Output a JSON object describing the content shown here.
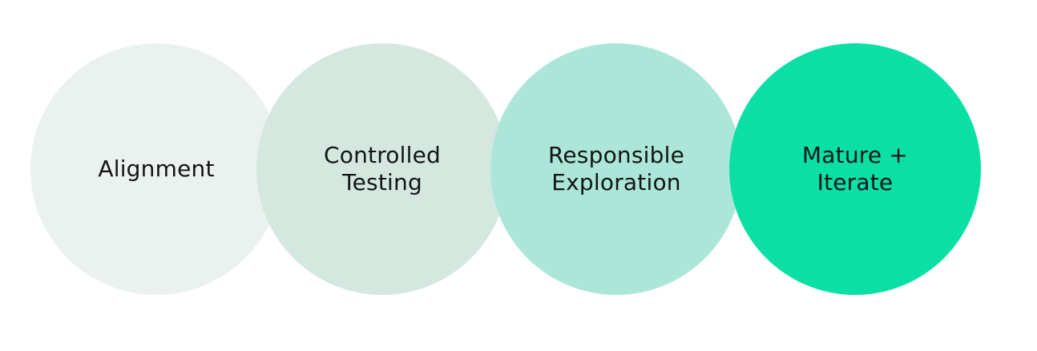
{
  "diagram": {
    "type": "overlapping-circle-progression",
    "background": "#ffffff",
    "text_color": "#131517",
    "steps": [
      {
        "label": "Alignment",
        "lines": [
          "Alignment",
          ""
        ],
        "fill": "#EAF1EE"
      },
      {
        "label": "Controlled Testing",
        "lines": [
          "Controlled",
          "Testing"
        ],
        "fill": "#D5E8E0"
      },
      {
        "label": "Responsible Exploration",
        "lines": [
          "Responsible",
          "Exploration"
        ],
        "fill": "#ACE6D8"
      },
      {
        "label": "Mature + Iterate",
        "lines": [
          "Mature +",
          "Iterate"
        ],
        "fill": "#0ADFA4"
      }
    ]
  }
}
